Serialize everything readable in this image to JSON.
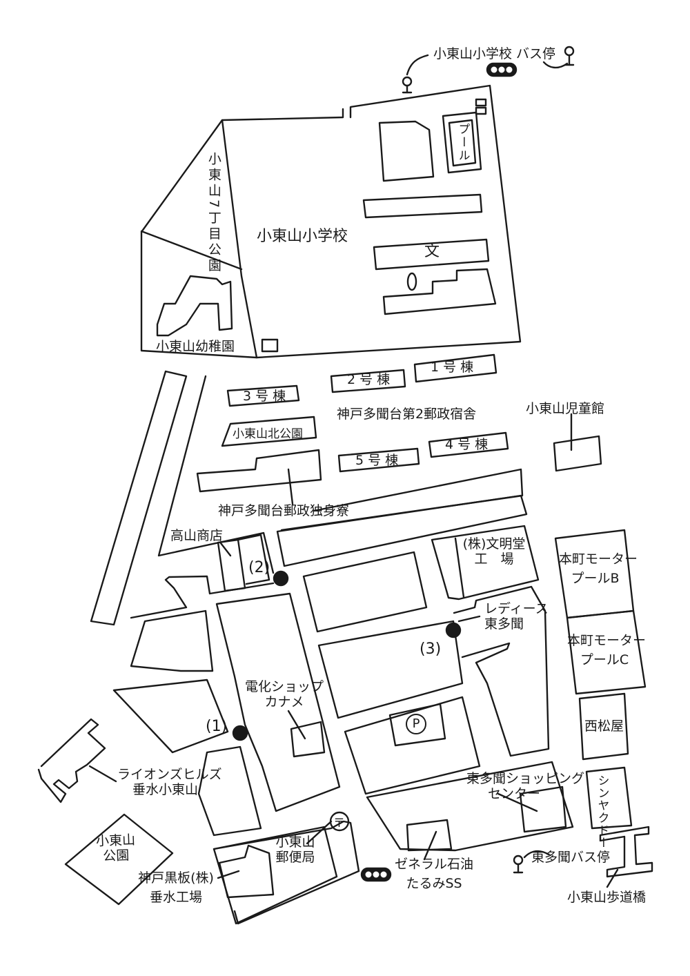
{
  "labels": {
    "school_bus_stop": "小東山小学校 バス停",
    "park_7": "小東山7丁目公園",
    "school": "小東山小学校",
    "pool": "プール",
    "school_symbol": "文",
    "kindergarten": "小東山幼稚園",
    "bldg1": "1 号 棟",
    "bldg2": "2 号 棟",
    "bldg3": "3 号 棟",
    "bldg4": "4 号 棟",
    "bldg5": "5 号 棟",
    "housing": "神戸多聞台第2郵政宿舎",
    "north_park": "小東山北公園",
    "childrens_hall": "小東山児童館",
    "dorm": "神戸多聞台郵政独身寮",
    "takayama": "高山商店",
    "bunmeido_line1": "(株)文明堂",
    "bunmeido_line2": "工　場",
    "motor_pool_b_line1": "本町モーター",
    "motor_pool_b_line2": "プールB",
    "ladies_line1": "レディース",
    "ladies_line2": "東多聞",
    "motor_pool_c_line1": "本町モーター",
    "motor_pool_c_line2": "プールC",
    "denka_line1": "電化ショップ",
    "denka_line2": "カナメ",
    "parking": "P",
    "nishimatsuya": "西松屋",
    "lions_line1": "ライオンズヒルズ",
    "lions_line2": "垂水小東山",
    "shopping_line1": "東多聞ショッピング",
    "shopping_line2": "センター",
    "shinyakudo": "シンヤクドー",
    "kohigashiyama_park_line1": "小東山",
    "kohigashiyama_park_line2": "公園",
    "post_symbol": "〒",
    "post_line1": "小東山",
    "post_line2": "郵便局",
    "kurobara_line1": "神戸黒板(株)",
    "kurobara_line2": "垂水工場",
    "general_line1": "ゼネラル石油",
    "general_line2": "たるみSS",
    "higashitamon_bus": "東多聞バス停",
    "footbridge": "小東山歩道橋",
    "point1": "(1)",
    "point2": "(2)",
    "point3": "(3)"
  },
  "colors": {
    "ink": "#1a1a1a",
    "paper": "#ffffff"
  },
  "icons": {
    "bus_stop": "bus-stop-pin-icon",
    "traffic_light": "traffic-light-icon",
    "post_office": "post-office-icon",
    "photo_point": "photo-point-dot-icon"
  }
}
